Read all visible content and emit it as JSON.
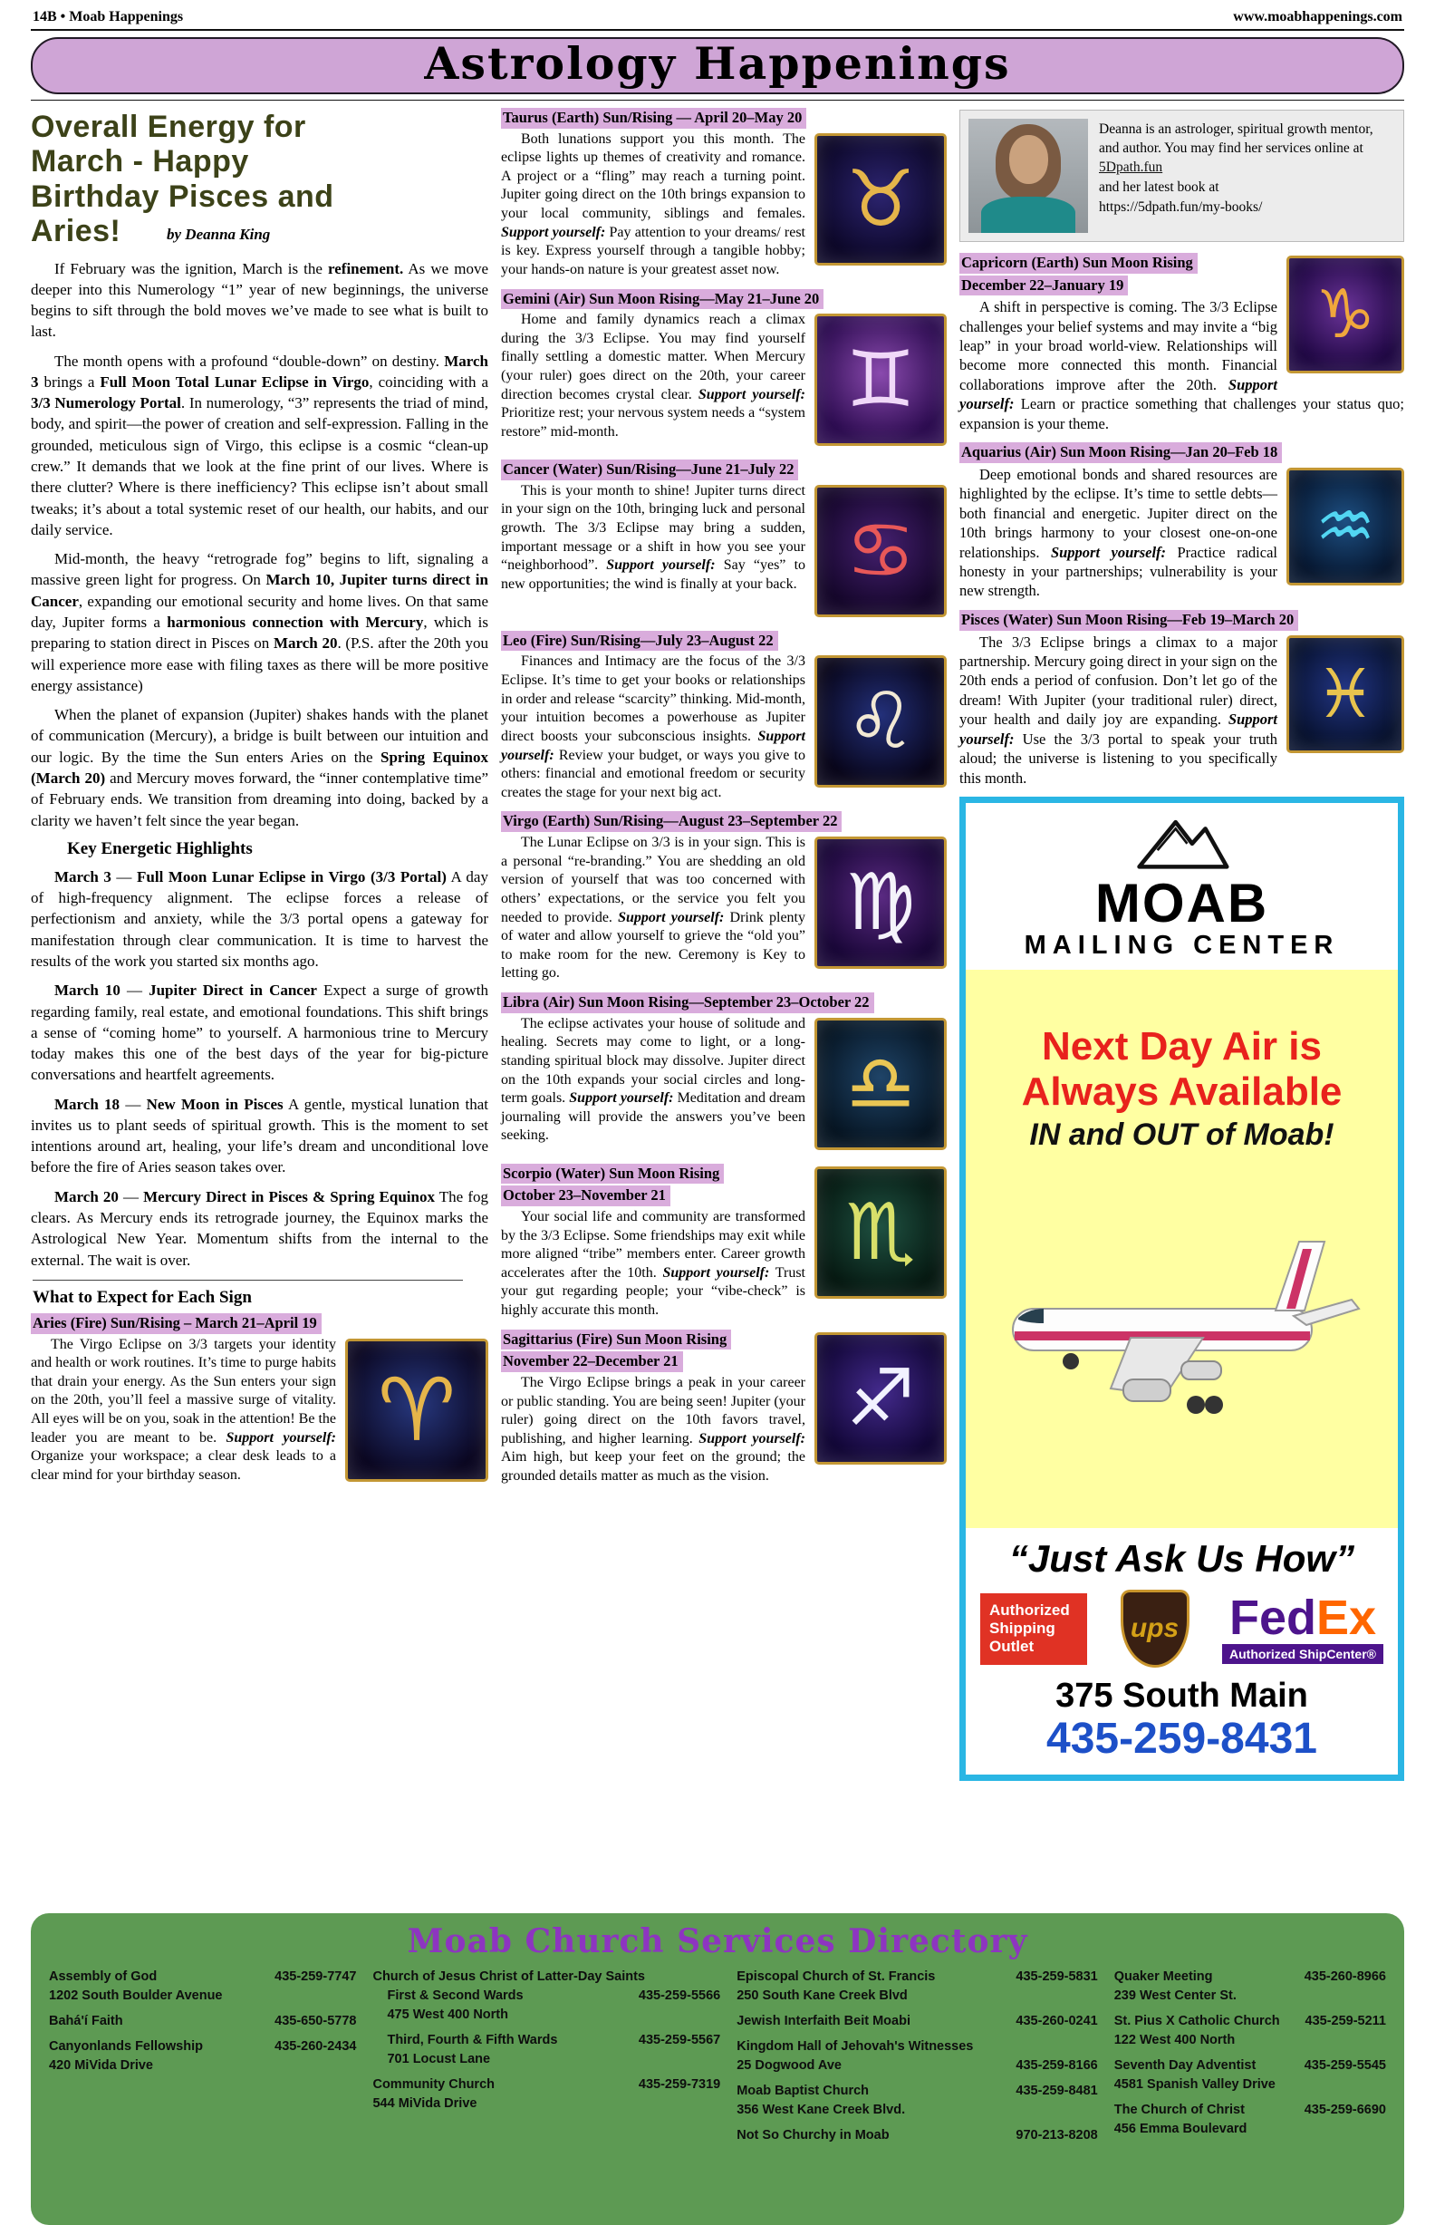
{
  "masthead": {
    "left": "14B • Moab Happenings",
    "right": "www.moabhappenings.com"
  },
  "banner": {
    "title": "Astrology Happenings"
  },
  "colors": {
    "banner_bg": "#cfa5d6",
    "header_highlight": "#d9acdc",
    "title_green": "#3c4218",
    "directory_bg": "#5d9a53",
    "directory_title_purple": "#8d35c0",
    "ad_border_cyan": "#2ab6e4",
    "ad_bg_yellow": "#ffffa2",
    "ad_red": "#e8221c",
    "ad_phone_blue": "#1d50c8",
    "fedex_purple": "#4d148c",
    "fedex_orange": "#ff6600",
    "ups_brown": "#3a2012",
    "ups_gold": "#d4a017"
  },
  "intro": {
    "title_lines": [
      "Overall Energy for",
      "March - Happy",
      "Birthday Pisces and",
      "Aries!"
    ],
    "byline": "by Deanna King",
    "paragraphs": [
      [
        {
          "t": "If February was the ignition, March is the "
        },
        {
          "t": "refinement.",
          "b": true
        },
        {
          "t": " As we move deeper into this Numerology “1” year of new beginnings, the universe begins to sift through the bold moves we’ve made to see what is built to last."
        }
      ],
      [
        {
          "t": "The month opens with a profound “double-down” on destiny. "
        },
        {
          "t": "March 3",
          "b": true
        },
        {
          "t": " brings a "
        },
        {
          "t": "Full Moon Total Lunar Eclipse in Virgo",
          "b": true
        },
        {
          "t": ", coinciding with a "
        },
        {
          "t": "3/3 Numerology Portal",
          "b": true
        },
        {
          "t": ". In numerology, “3” represents the triad of mind, body, and spirit—the power of creation and self-expression. Falling in the grounded, meticulous sign of Virgo, this eclipse is a cosmic “clean-up crew.” It demands that we look at the fine print of our lives. Where is there clutter? Where is there inefficiency? This eclipse isn’t about small tweaks; it’s about a total systemic reset of our health, our habits, and our daily service."
        }
      ],
      [
        {
          "t": "Mid-month, the heavy “retrograde fog” begins to lift, signaling a massive green light for progress. On "
        },
        {
          "t": "March 10, Jupiter turns direct in Cancer",
          "b": true
        },
        {
          "t": ", expanding our emotional security and home lives. On that same day, Jupiter forms a "
        },
        {
          "t": "harmonious connection with Mercury",
          "b": true
        },
        {
          "t": ", which is preparing to station direct in Pisces on "
        },
        {
          "t": "March 20",
          "b": true
        },
        {
          "t": ". (P.S. after the 20th you will experience more ease with filing taxes as there will be more positive energy assistance)"
        }
      ],
      [
        {
          "t": "When the planet of expansion (Jupiter) shakes hands with the planet of communication (Mercury), a bridge is built between our intuition and our logic. By the time the Sun enters Aries on the "
        },
        {
          "t": "Spring Equinox (March 20)",
          "b": true
        },
        {
          "t": " and Mercury moves forward, the “inner contemplative time” of February ends. We transition from dreaming into doing, backed by a clarity we haven’t felt since the year began."
        }
      ]
    ],
    "highlights_title": "Key Energetic Highlights",
    "highlights": [
      [
        {
          "t": "March 3",
          "b": true
        },
        {
          "t": " — "
        },
        {
          "t": "Full Moon Lunar Eclipse in Virgo (3/3 Portal)",
          "b": true
        },
        {
          "t": " A day of high-frequency alignment. The eclipse forces a release of perfectionism and anxiety, while the 3/3 portal opens a gateway for manifestation through clear communication. It is time to harvest the results of the work you started six months ago."
        }
      ],
      [
        {
          "t": "March 10",
          "b": true
        },
        {
          "t": " — "
        },
        {
          "t": "Jupiter Direct in Cancer",
          "b": true
        },
        {
          "t": " Expect a surge of growth regarding family, real estate, and emotional foundations. This shift brings a sense of “coming home” to yourself. A harmonious trine to Mercury today makes this one of the best days of the year for big-picture conversations and heartfelt agreements."
        }
      ],
      [
        {
          "t": "March 18",
          "b": true
        },
        {
          "t": " — "
        },
        {
          "t": "New Moon in Pisces",
          "b": true
        },
        {
          "t": " A gentle, mystical lunation that invites us to plant seeds of spiritual growth. This is the moment to set intentions around art, healing, your life’s dream and unconditional love before the fire of Aries season takes over."
        }
      ],
      [
        {
          "t": "March 20",
          "b": true
        },
        {
          "t": " — "
        },
        {
          "t": "Mercury Direct in Pisces & Spring Equinox",
          "b": true
        },
        {
          "t": " The fog clears. As Mercury ends its retrograde journey, the Equinox marks the Astrological New Year. Momentum shifts from the internal to the external. The wait is over."
        }
      ]
    ],
    "expect_title": "What to Expect for Each Sign"
  },
  "signs": [
    {
      "header": "Aries (Fire) Sun/Rising – March 21–April 19",
      "glyph": "♈",
      "body": [
        {
          "t": "The Virgo Eclipse on 3/3 targets your identity and health or work routines. It’s time to purge habits that drain your energy. As the Sun enters your sign on the 20th, you’ll feel a massive surge of vitality. All eyes will be on you, soak in the attention! Be the leader you are meant to be. "
        },
        {
          "t": "Support yourself:",
          "b": true,
          "i": true
        },
        {
          "t": " Organize your workspace; a clear desk leads to a clear mind for your birthday season."
        }
      ]
    },
    {
      "header": "Taurus (Earth) Sun/Rising — April 20–May 20",
      "glyph": "♉",
      "body": [
        {
          "t": "Both lunations support you this month. The eclipse lights up themes of creativity and romance. A project or a “fling” may reach a turning point. Jupiter going direct on the 10th brings expansion to your local community, siblings and females. "
        },
        {
          "t": "Support yourself:",
          "b": true,
          "i": true
        },
        {
          "t": " Pay attention to your dreams/ rest is key. Express yourself through a tangible hobby; your hands-on nature is your greatest asset now."
        }
      ]
    },
    {
      "header": "Gemini (Air) Sun Moon Rising—May 21–June 20",
      "glyph": "♊",
      "body": [
        {
          "t": "Home and family dynamics reach a climax during the 3/3 Eclipse. You may find yourself finally settling a domestic matter. When Mercury (your ruler) goes direct on the 20th, your career direction becomes crystal clear. "
        },
        {
          "t": "Support yourself:",
          "b": true,
          "i": true
        },
        {
          "t": " Prioritize rest; your nervous system needs a “system restore” mid-month."
        }
      ]
    },
    {
      "header": "Cancer (Water) Sun/Rising—June 21–July 22",
      "glyph": "♋",
      "body": [
        {
          "t": "This is your month to shine! Jupiter turns direct in your sign on the 10th, bringing luck and personal growth. The 3/3 Eclipse may bring a sudden, important message or a shift in how you see your “neighborhood”. "
        },
        {
          "t": "Support yourself:",
          "b": true,
          "i": true
        },
        {
          "t": " Say “yes” to new opportunities; the wind is finally at your back."
        }
      ]
    },
    {
      "header": "Leo (Fire) Sun/Rising—July 23–August 22",
      "glyph": "♌",
      "body": [
        {
          "t": "Finances and Intimacy are the focus of the 3/3 Eclipse. It’s time to get your books or relationships in order and release “scarcity” thinking. Mid-month, your intuition becomes a powerhouse as Jupiter direct boosts your subconscious insights. "
        },
        {
          "t": "Support yourself:",
          "b": true,
          "i": true
        },
        {
          "t": " Review your budget, or ways you give to others: financial and emotional freedom or security creates the stage for your next big act."
        }
      ]
    },
    {
      "header": "Virgo (Earth) Sun/Rising—August 23–September 22",
      "glyph": "♍",
      "body": [
        {
          "t": "The Lunar Eclipse on 3/3 is in your sign. This is a personal “re-branding.” You are shedding an old version of yourself that was too concerned with others’ expectations, or the service you felt you needed to provide. "
        },
        {
          "t": "Support yourself:",
          "b": true,
          "i": true
        },
        {
          "t": " Drink plenty of water and allow yourself to grieve the “old you” to make room for the new. Ceremony is Key to letting go."
        }
      ]
    },
    {
      "header": "Libra (Air) Sun Moon Rising—September 23–October 22",
      "glyph": "♎",
      "body": [
        {
          "t": "The eclipse activates your house of solitude and healing. Secrets may come to light, or a long-standing spiritual block may dissolve. Jupiter direct on the 10th expands your social circles and long-term goals. "
        },
        {
          "t": "Support yourself:",
          "b": true,
          "i": true
        },
        {
          "t": " Meditation and dream journaling will provide the answers you’ve been seeking."
        }
      ]
    },
    {
      "header": "Scorpio (Water) Sun Moon Rising",
      "header2": "October 23–November 21",
      "glyph": "♏",
      "body": [
        {
          "t": "Your social life and community are transformed by the 3/3 Eclipse. Some friendships may exit while more aligned “tribe” members enter. Career growth accelerates after the 10th. "
        },
        {
          "t": "Support yourself:",
          "b": true,
          "i": true
        },
        {
          "t": " Trust your gut regarding people; your “vibe-check” is highly accurate this month."
        }
      ]
    },
    {
      "header": "Sagittarius (Fire) Sun Moon Rising",
      "header2": "November 22–December 21",
      "glyph": "♐",
      "body": [
        {
          "t": "The Virgo Eclipse brings a peak in your career or public standing. You are being seen! Jupiter (your ruler) going direct on the 10th favors travel, publishing, and higher learning. "
        },
        {
          "t": "Support yourself:",
          "b": true,
          "i": true
        },
        {
          "t": " Aim high, but keep your feet on the ground; the grounded details matter as much as the vision."
        }
      ]
    },
    {
      "header": "Capricorn (Earth) Sun Moon Rising",
      "header2": "December 22–January 19",
      "glyph": "♑",
      "body": [
        {
          "t": "A shift in perspective is coming. The 3/3 Eclipse challenges your belief systems and may invite a “big leap” in your broad world-view. Relationships will become more connected this month. Financial collaborations improve after the 20th. "
        },
        {
          "t": "Support yourself:",
          "b": true,
          "i": true
        },
        {
          "t": " Learn or practice something that challenges your status quo; expansion is your theme."
        }
      ]
    },
    {
      "header": "Aquarius (Air) Sun Moon Rising—Jan 20–Feb 18",
      "glyph": "♒",
      "body": [
        {
          "t": "Deep emotional bonds and shared resources are highlighted by the eclipse. It’s time to settle debts—both financial and energetic. Jupiter direct on the 10th brings harmony to your closest one-on-one relationships. "
        },
        {
          "t": "Support yourself:",
          "b": true,
          "i": true
        },
        {
          "t": " Practice radical honesty in your partnerships; vulnerability is your new strength."
        }
      ]
    },
    {
      "header": "Pisces (Water) Sun Moon Rising—Feb 19–March 20",
      "glyph": "♓",
      "body": [
        {
          "t": "The 3/3 Eclipse brings a climax to a major partnership. Mercury going direct in your sign on the 20th ends a period of confusion. Don’t let go of the dream! With Jupiter (your traditional ruler) direct, your health and daily joy are expanding. "
        },
        {
          "t": "Support yourself:",
          "b": true,
          "i": true
        },
        {
          "t": " Use the 3/3 portal to speak your truth aloud; the universe is listening to you specifically this month."
        }
      ]
    }
  ],
  "bio": {
    "p1": "Deanna is an astrologer, spiritual growth mentor, and author. You may find her services online at",
    "link": "5Dpath.fun",
    "p2": "and her latest book at",
    "p3": "https://5dpath.fun/my-books/"
  },
  "ad": {
    "brand_top": "MOAB",
    "brand_bottom": "MAILING CENTER",
    "headline1": "Next Day Air is",
    "headline2": "Always Available",
    "subline": "IN and OUT of Moab!",
    "tagline": "“Just Ask Us How”",
    "authorized": "Authorized Shipping Outlet",
    "ups_label": "ups",
    "fedex_fed": "Fed",
    "fedex_ex": "Ex",
    "fedex_sub": "Authorized ShipCenter®",
    "address": "375 South Main",
    "phone": "435-259-8431"
  },
  "directory": {
    "title": "Moab Church Services Directory",
    "columns": [
      [
        {
          "l": "Assembly of God",
          "r": "435-259-7747"
        },
        {
          "l": "1202 South Boulder Avenue",
          "r": ""
        },
        {
          "l": "Bahá'í Faith",
          "r": "435-650-5778"
        },
        {
          "l": "Canyonlands Fellowship",
          "r": "435-260-2434"
        },
        {
          "l": "420 MiVida Drive",
          "r": ""
        }
      ],
      [
        {
          "l": "Church of Jesus Christ of Latter-Day Saints",
          "r": ""
        },
        {
          "l": "First & Second Wards",
          "r": "435-259-5566"
        },
        {
          "l": "475 West 400 North",
          "r": ""
        },
        {
          "l": "Third, Fourth & Fifth Wards",
          "r": "435-259-5567"
        },
        {
          "l": "701 Locust Lane",
          "r": ""
        },
        {
          "l": "Community Church",
          "r": "435-259-7319"
        },
        {
          "l": "544 MiVida Drive",
          "r": ""
        }
      ],
      [
        {
          "l": "Episcopal Church of St. Francis",
          "r": "435-259-5831"
        },
        {
          "l": "250 South Kane Creek Blvd",
          "r": ""
        },
        {
          "l": "Jewish Interfaith Beit Moabi",
          "r": "435-260-0241"
        },
        {
          "l": "Kingdom Hall of Jehovah's Witnesses",
          "r": ""
        },
        {
          "l": "25 Dogwood Ave",
          "r": "435-259-8166"
        },
        {
          "l": "Moab Baptist Church",
          "r": "435-259-8481"
        },
        {
          "l": "356 West Kane Creek Blvd.",
          "r": ""
        },
        {
          "l": "Not So Churchy in Moab",
          "r": "970-213-8208"
        }
      ],
      [
        {
          "l": "Quaker Meeting",
          "r": "435-260-8966"
        },
        {
          "l": "239 West Center St.",
          "r": ""
        },
        {
          "l": "St. Pius X Catholic Church",
          "r": "435-259-5211"
        },
        {
          "l": "122 West 400 North",
          "r": ""
        },
        {
          "l": "Seventh Day Adventist",
          "r": "435-259-5545"
        },
        {
          "l": "4581 Spanish Valley Drive",
          "r": ""
        },
        {
          "l": "The Church of Christ",
          "r": "435-259-6690"
        },
        {
          "l": "456 Emma Boulevard",
          "r": ""
        }
      ]
    ]
  }
}
